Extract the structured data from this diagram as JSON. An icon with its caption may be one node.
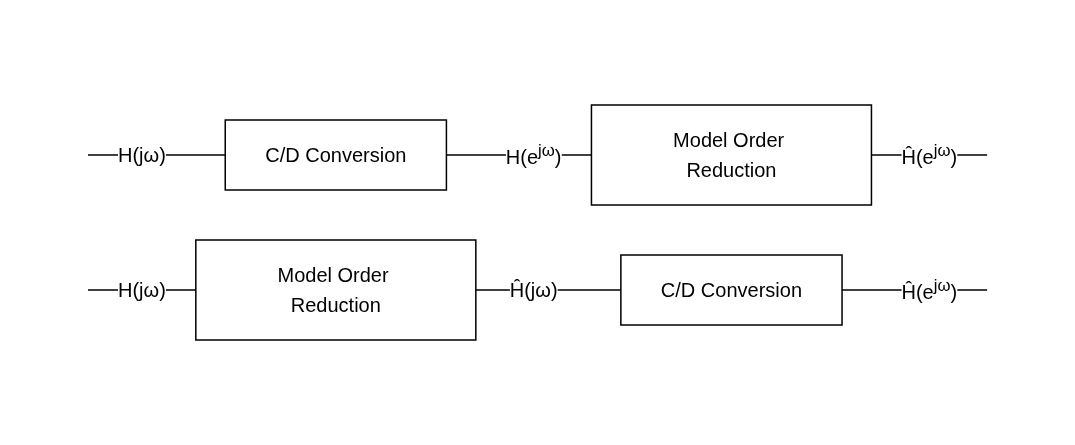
{
  "diagram": {
    "nodes": [
      {
        "text": [
          "C/D Conversion"
        ]
      },
      {
        "text": [
          "Model Order Reduction"
        ]
      },
      {
        "text": [
          "Model Order Reduction"
        ]
      },
      {
        "text": [
          "C/D Conversion"
        ]
      }
    ],
    "edges": [
      {
        "from": null,
        "to": 0,
        "arrow": "none",
        "label": "H(jω)"
      },
      {
        "from": 0,
        "to": 1,
        "arrow": "none",
        "label": "H(e$^{jω}$)"
      },
      {
        "from": 1,
        "to": null,
        "arrow": "none",
        "label": "Ĥ(e$^{jω}$)"
      },
      {
        "from": null,
        "to": 2,
        "arrow": "none",
        "label": "H(jω)"
      },
      {
        "from": 2,
        "to": 3,
        "arrow": "none",
        "label": "Ĥ(jω)"
      },
      {
        "from": 3,
        "to": null,
        "arrow": "none",
        "label": "Ĥ(e$^{jω}$)"
      }
    ]
  }
}
